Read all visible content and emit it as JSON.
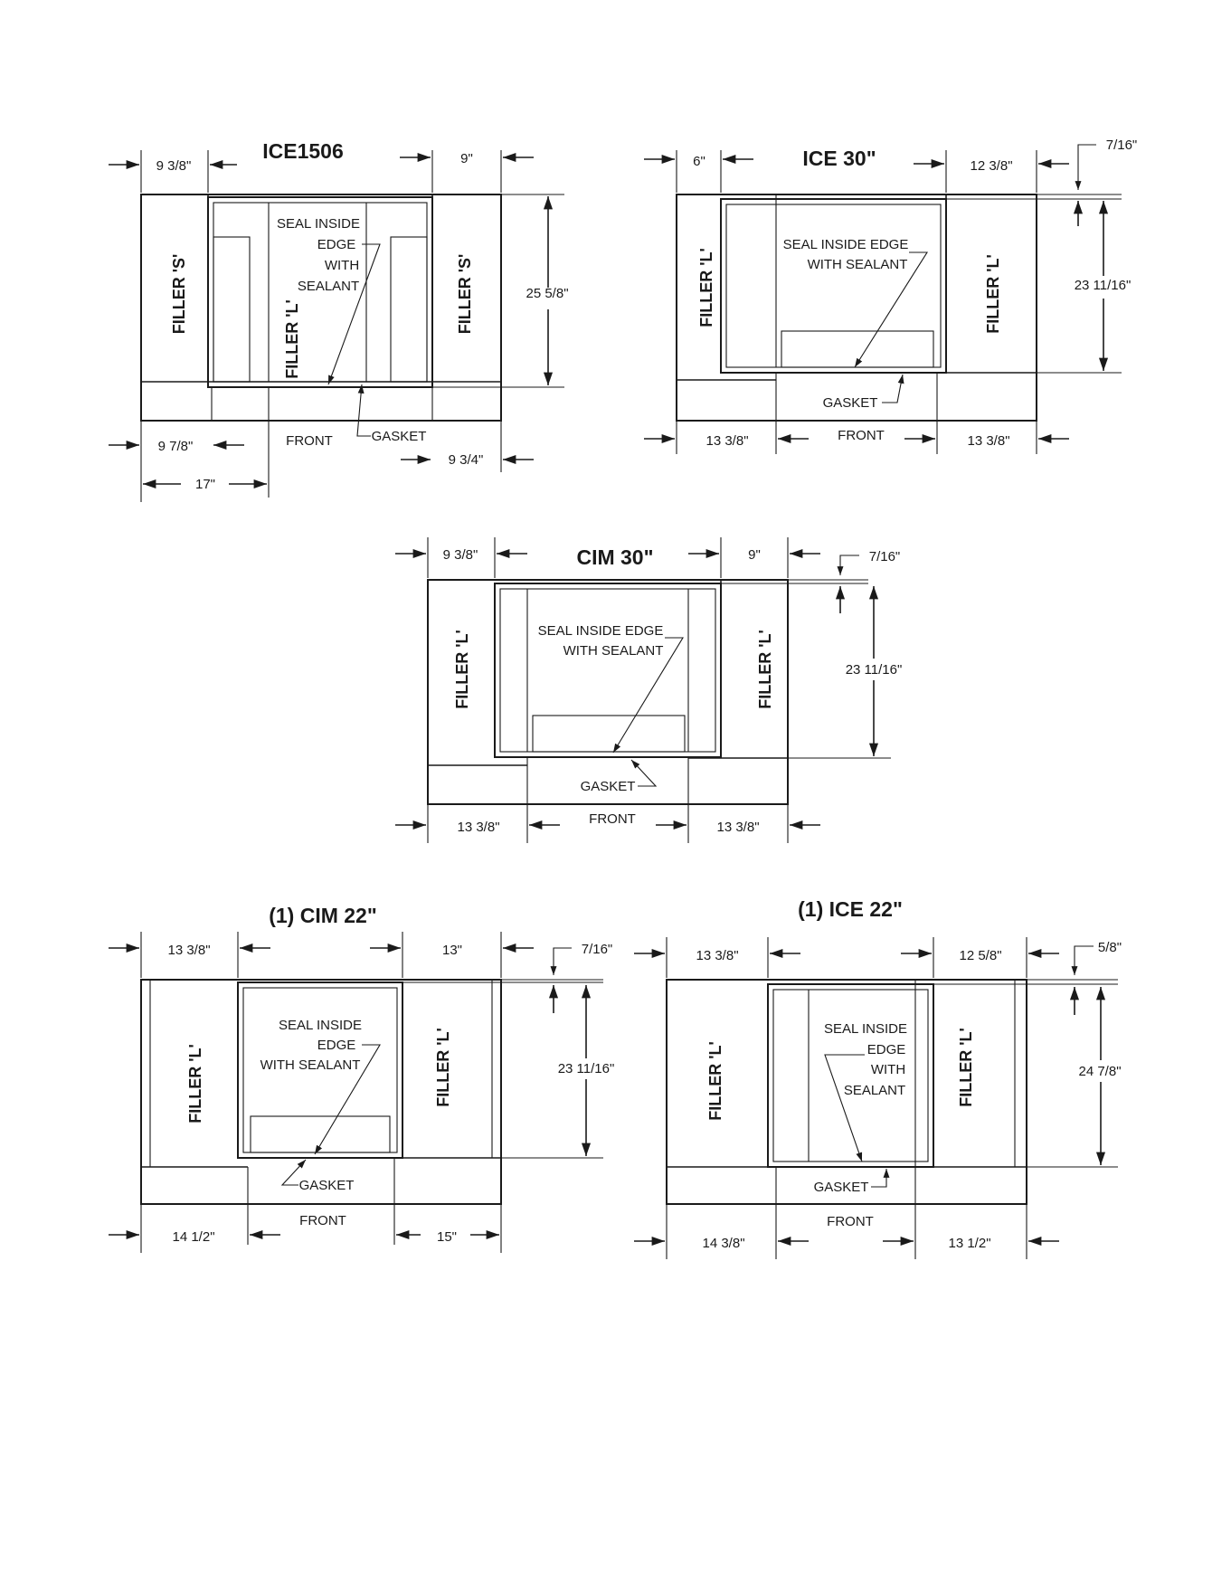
{
  "diagrams": [
    {
      "title": "ICE1506",
      "dims": [
        "9 3/8\"",
        "9\"",
        "25 5/8\"",
        "9 7/8\"",
        "9 3/4\"",
        "17\""
      ],
      "fillers": [
        "FILLER 'S'",
        "FILLER 'L'",
        "FILLER 'S'"
      ],
      "seal": [
        "SEAL INSIDE",
        "EDGE",
        "WITH",
        "SEALANT"
      ],
      "gasket": "GASKET",
      "front": "FRONT"
    },
    {
      "title": "ICE 30\"",
      "dims": [
        "6\"",
        "12 3/8\"",
        "7/16\"",
        "23 11/16\"",
        "13 3/8\"",
        "13 3/8\""
      ],
      "fillers": [
        "FILLER 'L'",
        "FILLER 'L'"
      ],
      "seal": [
        "SEAL INSIDE EDGE",
        "WITH SEALANT"
      ],
      "gasket": "GASKET",
      "front": "FRONT"
    },
    {
      "title": "CIM 30\"",
      "dims": [
        "9 3/8\"",
        "9\"",
        "7/16\"",
        "23 11/16\"",
        "13 3/8\"",
        "13 3/8\""
      ],
      "fillers": [
        "FILLER 'L'",
        "FILLER 'L'"
      ],
      "seal": [
        "SEAL INSIDE EDGE",
        "WITH SEALANT"
      ],
      "gasket": "GASKET",
      "front": "FRONT"
    },
    {
      "title": "(1) CIM 22\"",
      "dims": [
        "13 3/8\"",
        "13\"",
        "7/16\"",
        "23 11/16\"",
        "14 1/2\"",
        "15\""
      ],
      "fillers": [
        "FILLER 'L'",
        "FILLER 'L'"
      ],
      "seal": [
        "SEAL INSIDE",
        "EDGE",
        "WITH SEALANT"
      ],
      "gasket": "GASKET",
      "front": "FRONT"
    },
    {
      "title": "(1) ICE 22\"",
      "dims": [
        "13 3/8\"",
        "12 5/8\"",
        "5/8\"",
        "24 7/8\"",
        "14 3/8\"",
        "13 1/2\""
      ],
      "fillers": [
        "FILLER 'L'",
        "FILLER 'L'"
      ],
      "seal": [
        "SEAL INSIDE",
        "EDGE",
        "WITH",
        "SEALANT"
      ],
      "gasket": "GASKET",
      "front": "FRONT"
    }
  ]
}
